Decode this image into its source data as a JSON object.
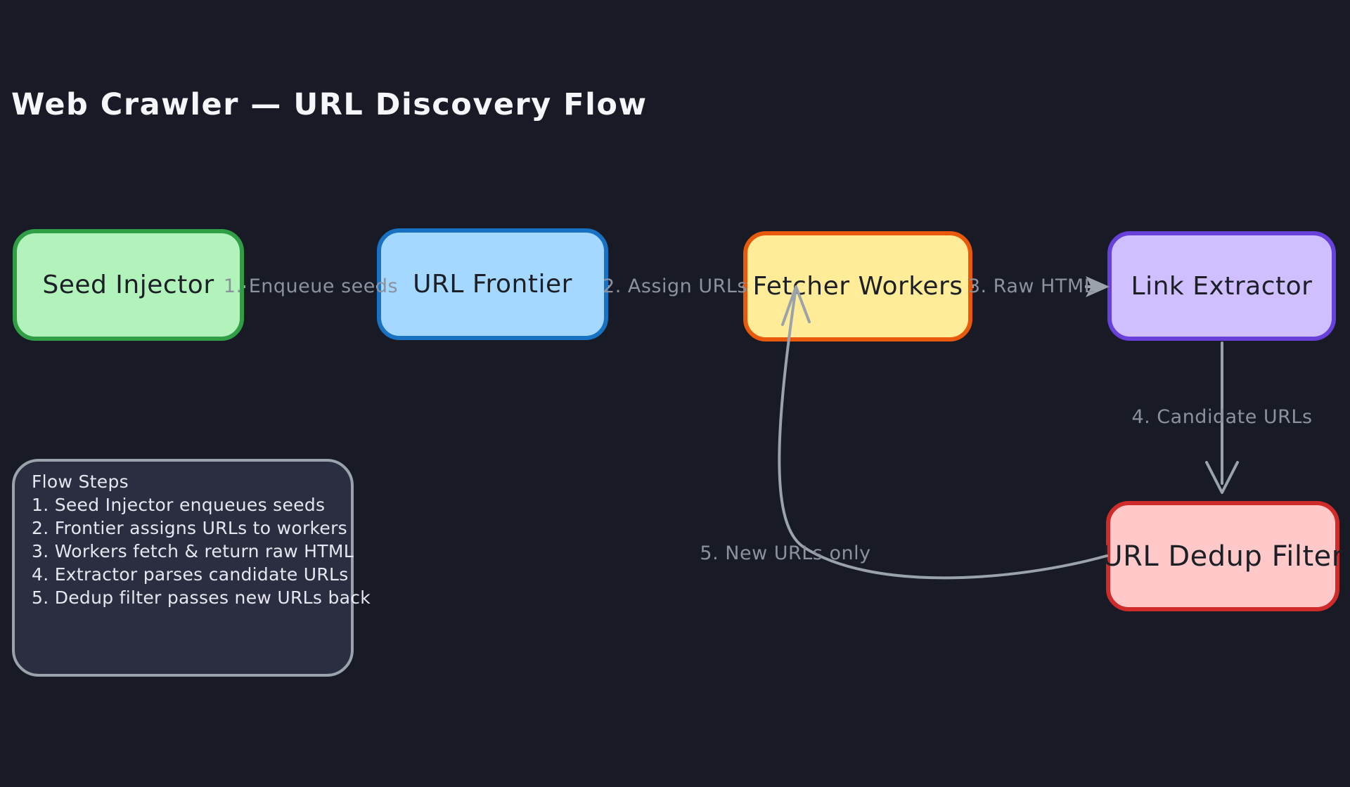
{
  "title": "Web Crawler — URL Discovery Flow",
  "colors": {
    "canvas": "#181a25",
    "arrow": "#9aa2ab",
    "label_text": "#8b929d",
    "node_text": "#1d1f27",
    "legend_fill": "#2b2e40",
    "legend_stroke": "#9aa2ab",
    "legend_text": "#e5e6f0",
    "title_text": "#f5f6fa"
  },
  "nodes": [
    {
      "label": "Seed Injector",
      "fill": "#b2f2bb",
      "stroke": "#2f9e44"
    },
    {
      "label": "URL Frontier",
      "fill": "#a5d8ff",
      "stroke": "#1971c2"
    },
    {
      "label": "Fetcher Workers",
      "fill": "#ffec99",
      "stroke": "#e8590c"
    },
    {
      "label": "Link Extractor",
      "fill": "#d0bfff",
      "stroke": "#6741d9"
    },
    {
      "label": "URL Dedup Filter",
      "fill": "#ffc9c9",
      "stroke": "#cf2b2b"
    }
  ],
  "edge_labels": [
    "1. Enqueue seeds",
    "2. Assign URLs",
    "3. Raw HTML",
    "4. Candidate URLs",
    "5. New URLs only"
  ],
  "legend": {
    "title": "Flow Steps",
    "steps": [
      "1. Seed Injector enqueues seeds",
      "2. Frontier assigns URLs to workers",
      "3. Workers fetch & return raw HTML",
      "4. Extractor parses candidate URLs",
      "5. Dedup filter passes new URLs back"
    ]
  }
}
